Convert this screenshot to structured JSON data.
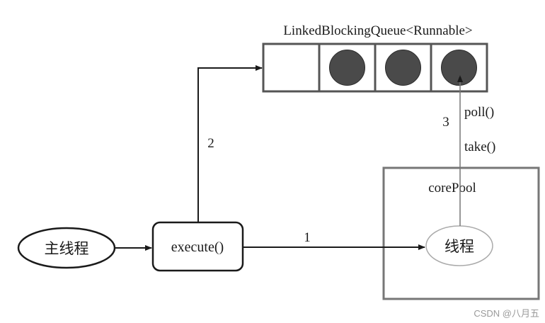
{
  "queue": {
    "label": "LinkedBlockingQueue<Runnable>",
    "slots": [
      false,
      true,
      true,
      true
    ]
  },
  "nodes": {
    "main_thread": "主线程",
    "execute": "execute()",
    "core_pool": "corePool",
    "worker_thread": "线程"
  },
  "edges": {
    "step1": "1",
    "step2": "2",
    "step3": "3",
    "poll": "poll()",
    "take": "take()"
  },
  "colors": {
    "line": "#1a1a1a",
    "task": "#4a4a4a",
    "pool_border": "#777777",
    "queue_border": "#555555",
    "thread_border": "#aaaaaa"
  },
  "watermark": "CSDN @八月五"
}
